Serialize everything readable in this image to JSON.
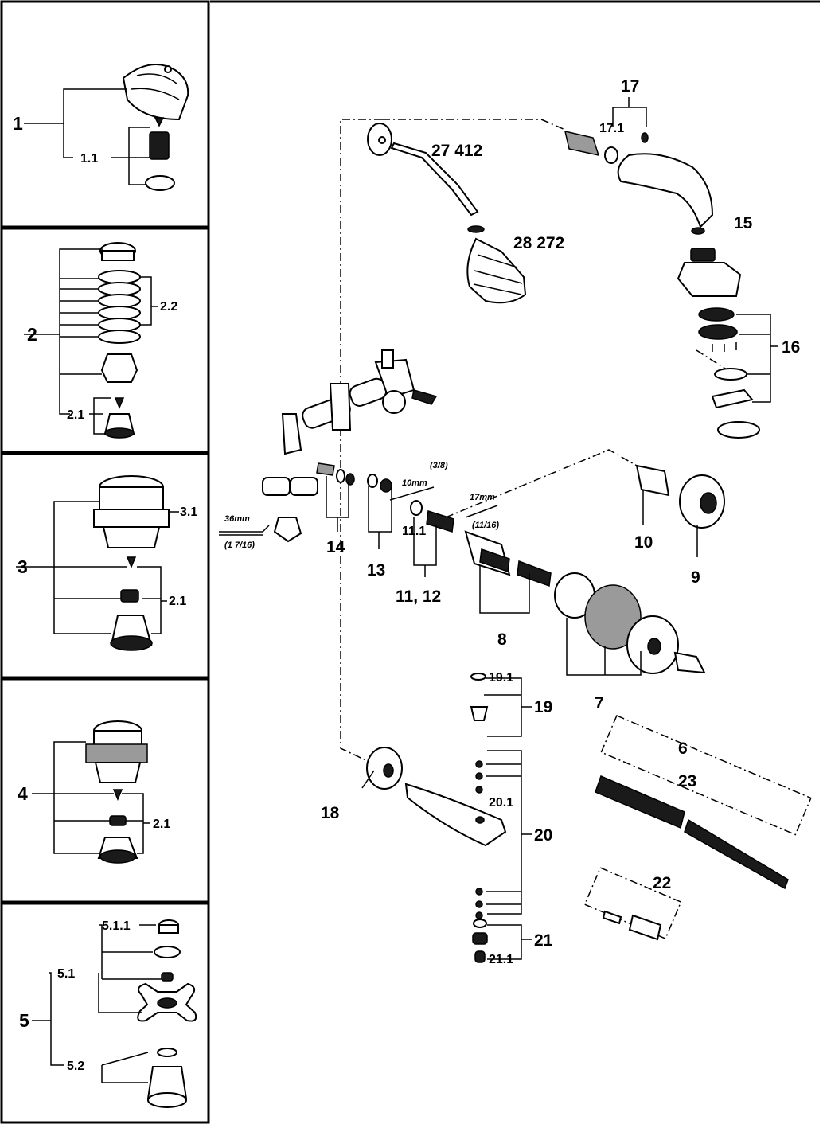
{
  "left_panels": {
    "panel1": {
      "main": "1",
      "sub": [
        "1.1"
      ]
    },
    "panel2": {
      "main": "2",
      "sub": [
        "2.2",
        "2.1"
      ]
    },
    "panel3": {
      "main": "3",
      "sub": [
        "3.1",
        "2.1"
      ]
    },
    "panel4": {
      "main": "4",
      "sub": [
        "2.1"
      ]
    },
    "panel5": {
      "main": "5",
      "sub": [
        "5.1.1",
        "5.1",
        "5.2"
      ]
    }
  },
  "main_labels": {
    "l17": "17",
    "l17_1": "17.1",
    "l27412": "27 412",
    "l28272": "28 272",
    "l15": "15",
    "l16": "16",
    "l14": "14",
    "l13": "13",
    "l11_1": "11.1",
    "l11_12": "11, 12",
    "l8": "8",
    "l10": "10",
    "l9": "9",
    "l7": "7",
    "l6": "6",
    "l19_1": "19.1",
    "l19": "19",
    "l20_1": "20.1",
    "l20": "20",
    "l21": "21",
    "l21_1": "21.1",
    "l18": "18",
    "l23": "23",
    "l22": "22"
  },
  "tool_labels": {
    "wrench_a": "36mm",
    "wrench_a_inch": "(1 7/16)",
    "wrench_b": "10mm",
    "wrench_b_inch": "(3/8)",
    "wrench_c": "17mm",
    "wrench_c_inch": "(11/16)"
  }
}
